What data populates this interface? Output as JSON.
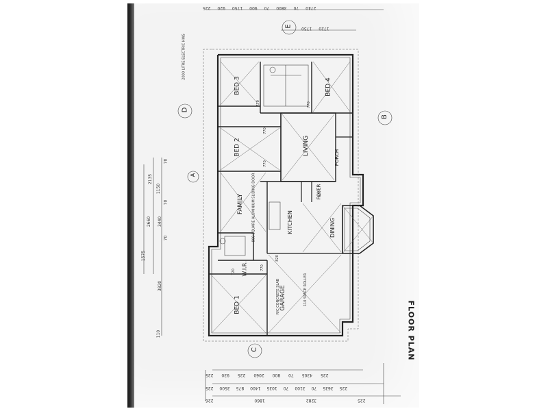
{
  "rooms": {
    "bed1": "BED 1",
    "bed2": "BED 2",
    "bed3": "BED 3",
    "bed4": "BED 4",
    "living": "LIVING",
    "family": "FAMILY",
    "kitchen": "KITCHEN",
    "dining": "DINING",
    "garage": "GARAGE",
    "wir": "W.I.R.",
    "porch": "PORCH",
    "foyer": "FOYER"
  },
  "title": "FLOOR PLAN",
  "grid_markers": [
    "A",
    "B",
    "C",
    "D",
    "E"
  ],
  "notes": {
    "garage_slab": "R/C CONCRETE SLAB",
    "garage_door": "110 SPACE ROLLER",
    "hws": "2000 LITRE ELECTRIC HWS",
    "cooktop": "800 SQUARE ALUMINIUM SLIDING DOOR"
  },
  "dims_left": [
    "70",
    "2135",
    "1150",
    "70",
    "2660",
    "3440",
    "70",
    "1575",
    "3820",
    "110"
  ],
  "dims_bottom_rows": [
    [
      "225",
      "4305",
      "70",
      "800",
      "2060",
      "225",
      "930",
      "225"
    ],
    [
      "225",
      "3635",
      "70",
      "3100",
      "70",
      "1035",
      "1400",
      "875",
      "3500",
      "225"
    ],
    [
      "225",
      "3282",
      "1860",
      "226"
    ]
  ],
  "dims_top": [
    "2740",
    "70",
    "3800",
    "70",
    "900",
    "1750",
    "920",
    "225"
  ],
  "dims_top_2": [
    "1720",
    "1750"
  ],
  "door_tags": [
    "770",
    "770",
    "770",
    "770",
    "820",
    "820",
    "720",
    "770"
  ]
}
